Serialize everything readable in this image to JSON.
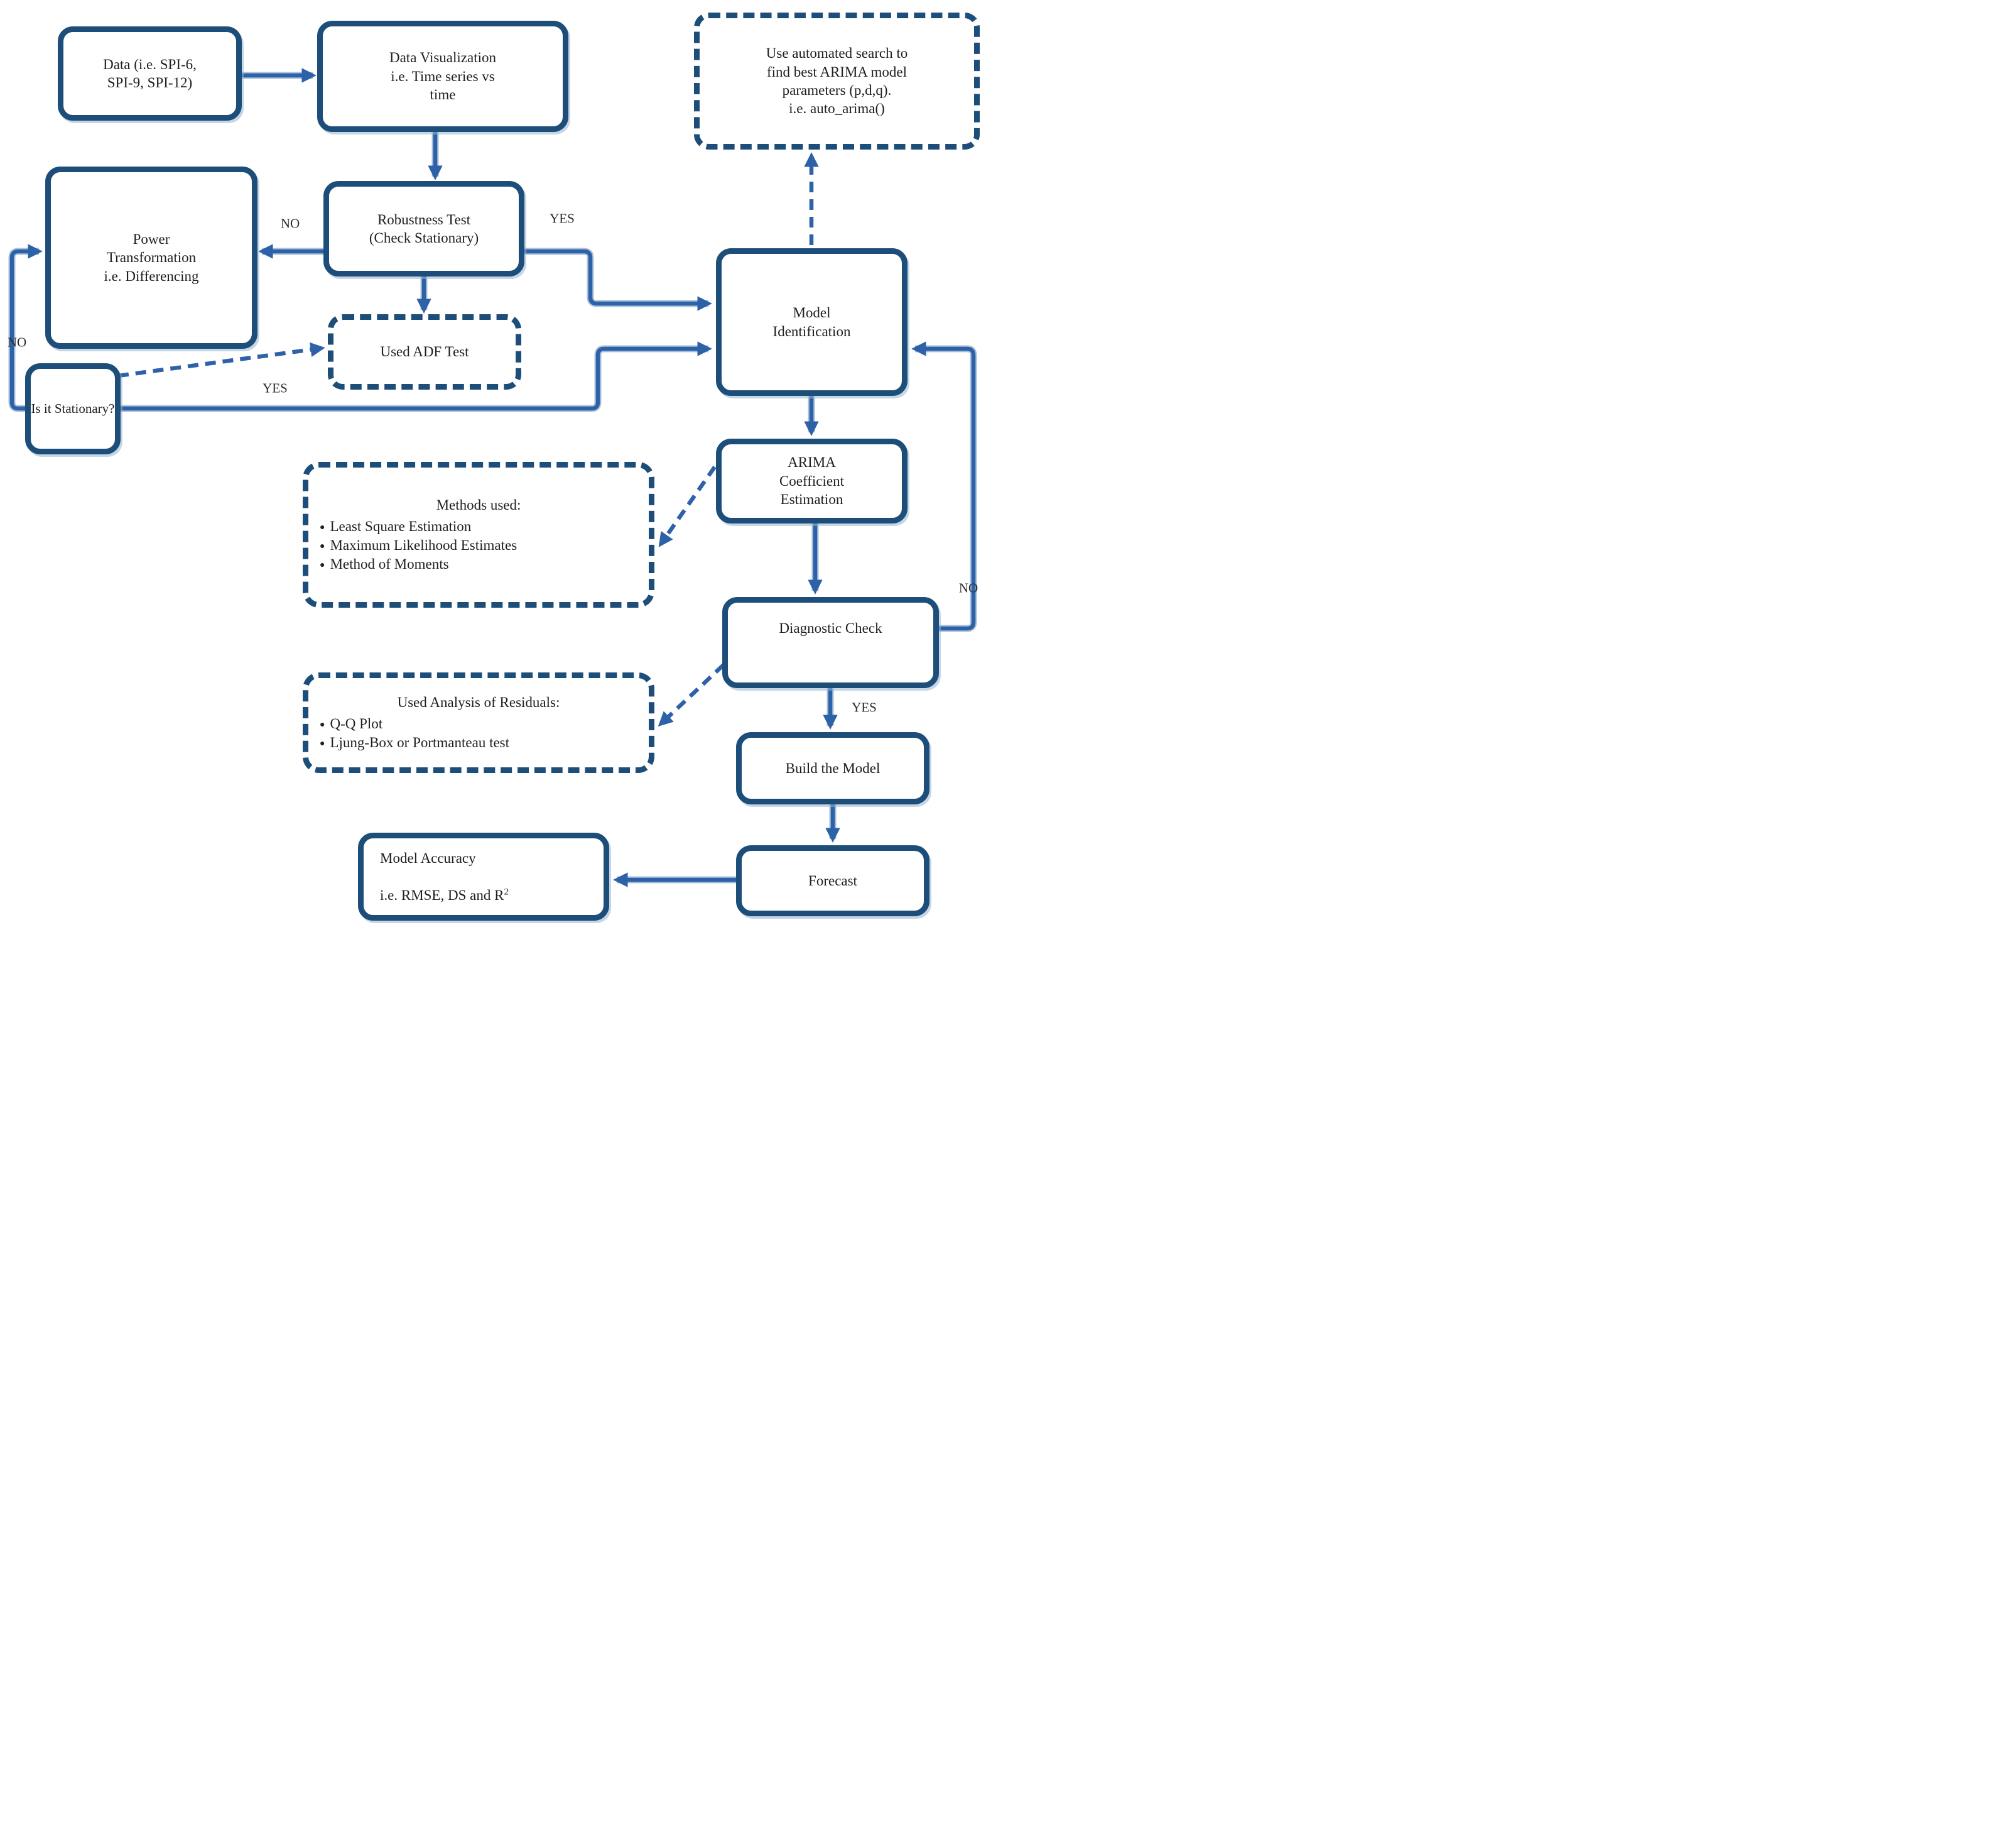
{
  "diagram": {
    "title": "ARIMA drought-forecasting workflow flowchart",
    "colors": {
      "box_border": "#1d4e79",
      "arrow_line": "#2e62a8",
      "arrow_halo": "#a9c1da",
      "text": "#1f1f1f"
    },
    "bullet_glyph": "●",
    "nodes": {
      "data": {
        "label": "Data (i.e. SPI-6,\nSPI-9, SPI-12)"
      },
      "visualization": {
        "label": "Data Visualization\ni.e. Time series vs\ntime"
      },
      "auto_arima": {
        "label": "Use automated search to\nfind best ARIMA model\nparameters (p,d,q).\ni.e. auto_arima()"
      },
      "power_transformation": {
        "label": "Power\nTransformation\ni.e. Differencing"
      },
      "robustness": {
        "label": "Robustness Test\n(Check Stationary)"
      },
      "model_identification": {
        "label": "Model\nIdentification"
      },
      "adf": {
        "label": "Used ADF Test"
      },
      "stationary": {
        "label": "Is it Stationary?"
      },
      "arima_estimation": {
        "label": "ARIMA\nCoefficient\nEstimation"
      },
      "methods": {
        "title": "Methods used:",
        "bullets": [
          "Least Square Estimation",
          "Maximum Likelihood Estimates",
          "Method of Moments"
        ]
      },
      "diagnostic": {
        "label": "Diagnostic Check"
      },
      "residuals": {
        "title": "Used Analysis of Residuals:",
        "bullets": [
          "Q-Q Plot",
          "Ljung-Box or Portmanteau test"
        ]
      },
      "build": {
        "label": "Build the Model"
      },
      "forecast": {
        "label": "Forecast"
      },
      "accuracy": {
        "line1": "Model Accuracy",
        "line2": "i.e. RMSE, DS and R",
        "sup": "2"
      }
    },
    "edge_labels": {
      "no_power": "NO",
      "yes_robustness": "YES",
      "no_loop": "NO",
      "yes_stationary": "YES",
      "no_diagnostic": "NO",
      "yes_diagnostic": "YES"
    }
  }
}
